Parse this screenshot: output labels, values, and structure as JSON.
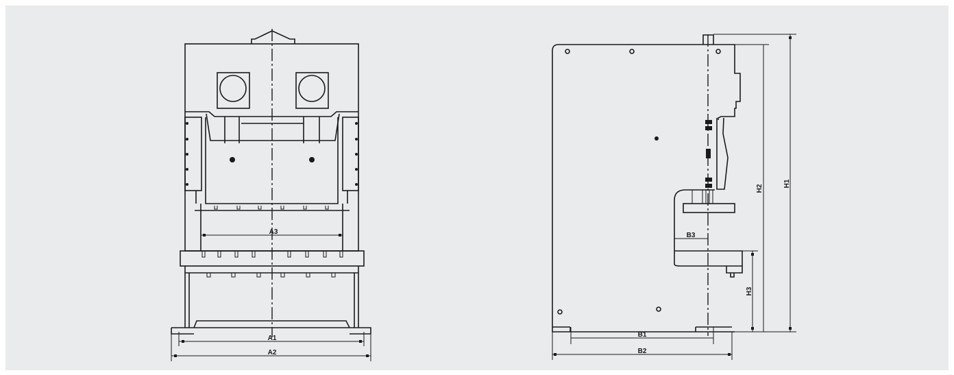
{
  "front_view": {
    "dimensions": {
      "a1": "A1",
      "a2": "A2",
      "a3": "A3"
    }
  },
  "side_view": {
    "dimensions": {
      "b1": "B1",
      "b2": "B2",
      "b3": "B3",
      "h1": "H1",
      "h2": "H2",
      "h3": "H3"
    }
  },
  "colors": {
    "background": "#e9ebed",
    "line": "#1a1a1a"
  }
}
